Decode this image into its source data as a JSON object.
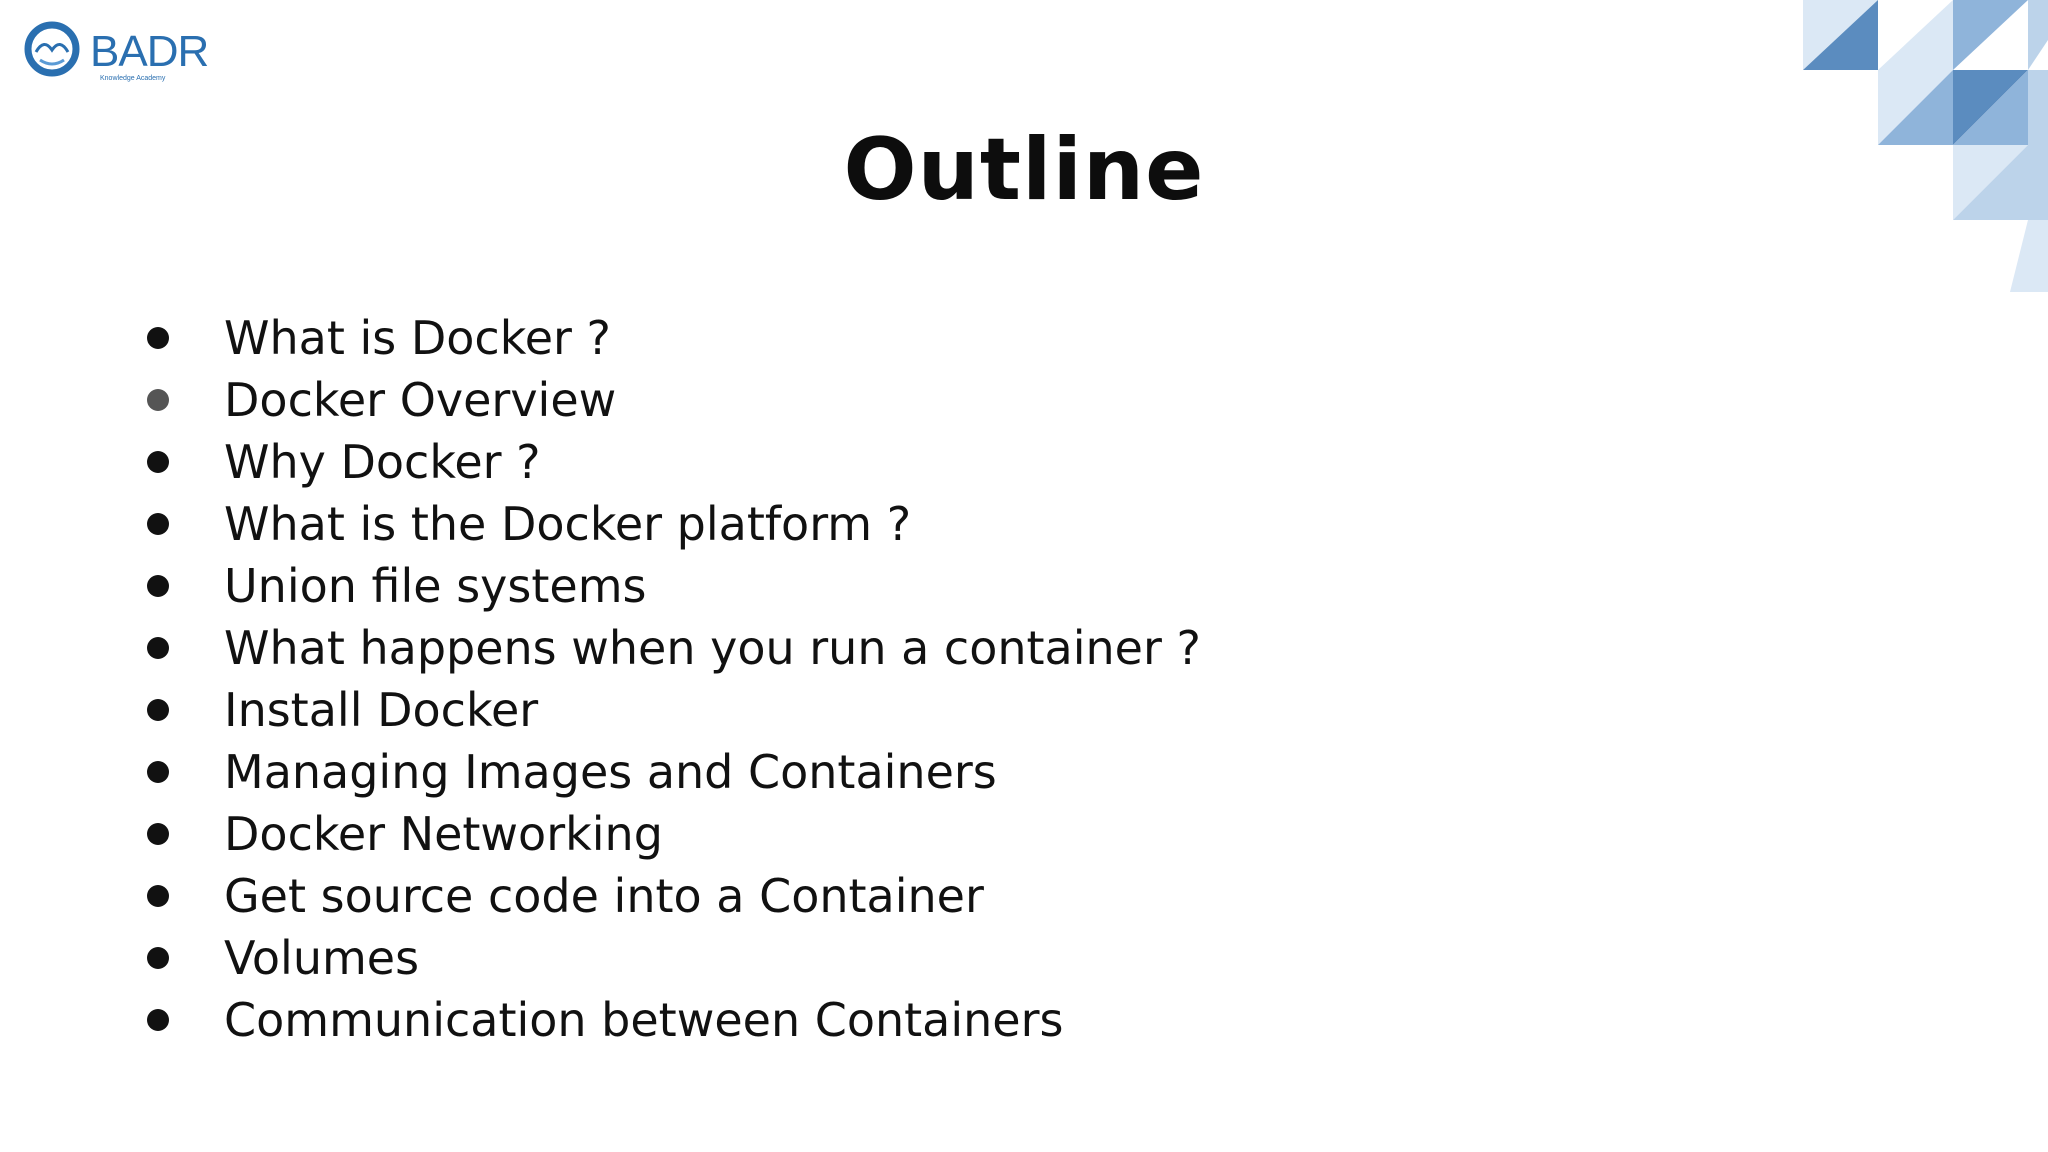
{
  "logo": {
    "name": "BADR",
    "tagline": "Knowledge Academy",
    "icon": "badr-logo-icon",
    "color": "#2a6fb0"
  },
  "corner_decoration": {
    "icon": "triangle-mosaic-decoration",
    "colors": [
      "#5b8cbf",
      "#8fb4da",
      "#bcd3ea",
      "#dbe8f5"
    ]
  },
  "slide": {
    "title": "Outline",
    "items": [
      "What is Docker ?",
      "Docker Overview",
      "Why Docker ?",
      "What is the Docker platform ?",
      "Union file systems",
      "What happens when you run a container ?",
      "Install Docker",
      "Managing Images and Containers",
      "Docker Networking",
      "Get source code into a Container",
      "Volumes",
      "Communication between Containers"
    ]
  }
}
